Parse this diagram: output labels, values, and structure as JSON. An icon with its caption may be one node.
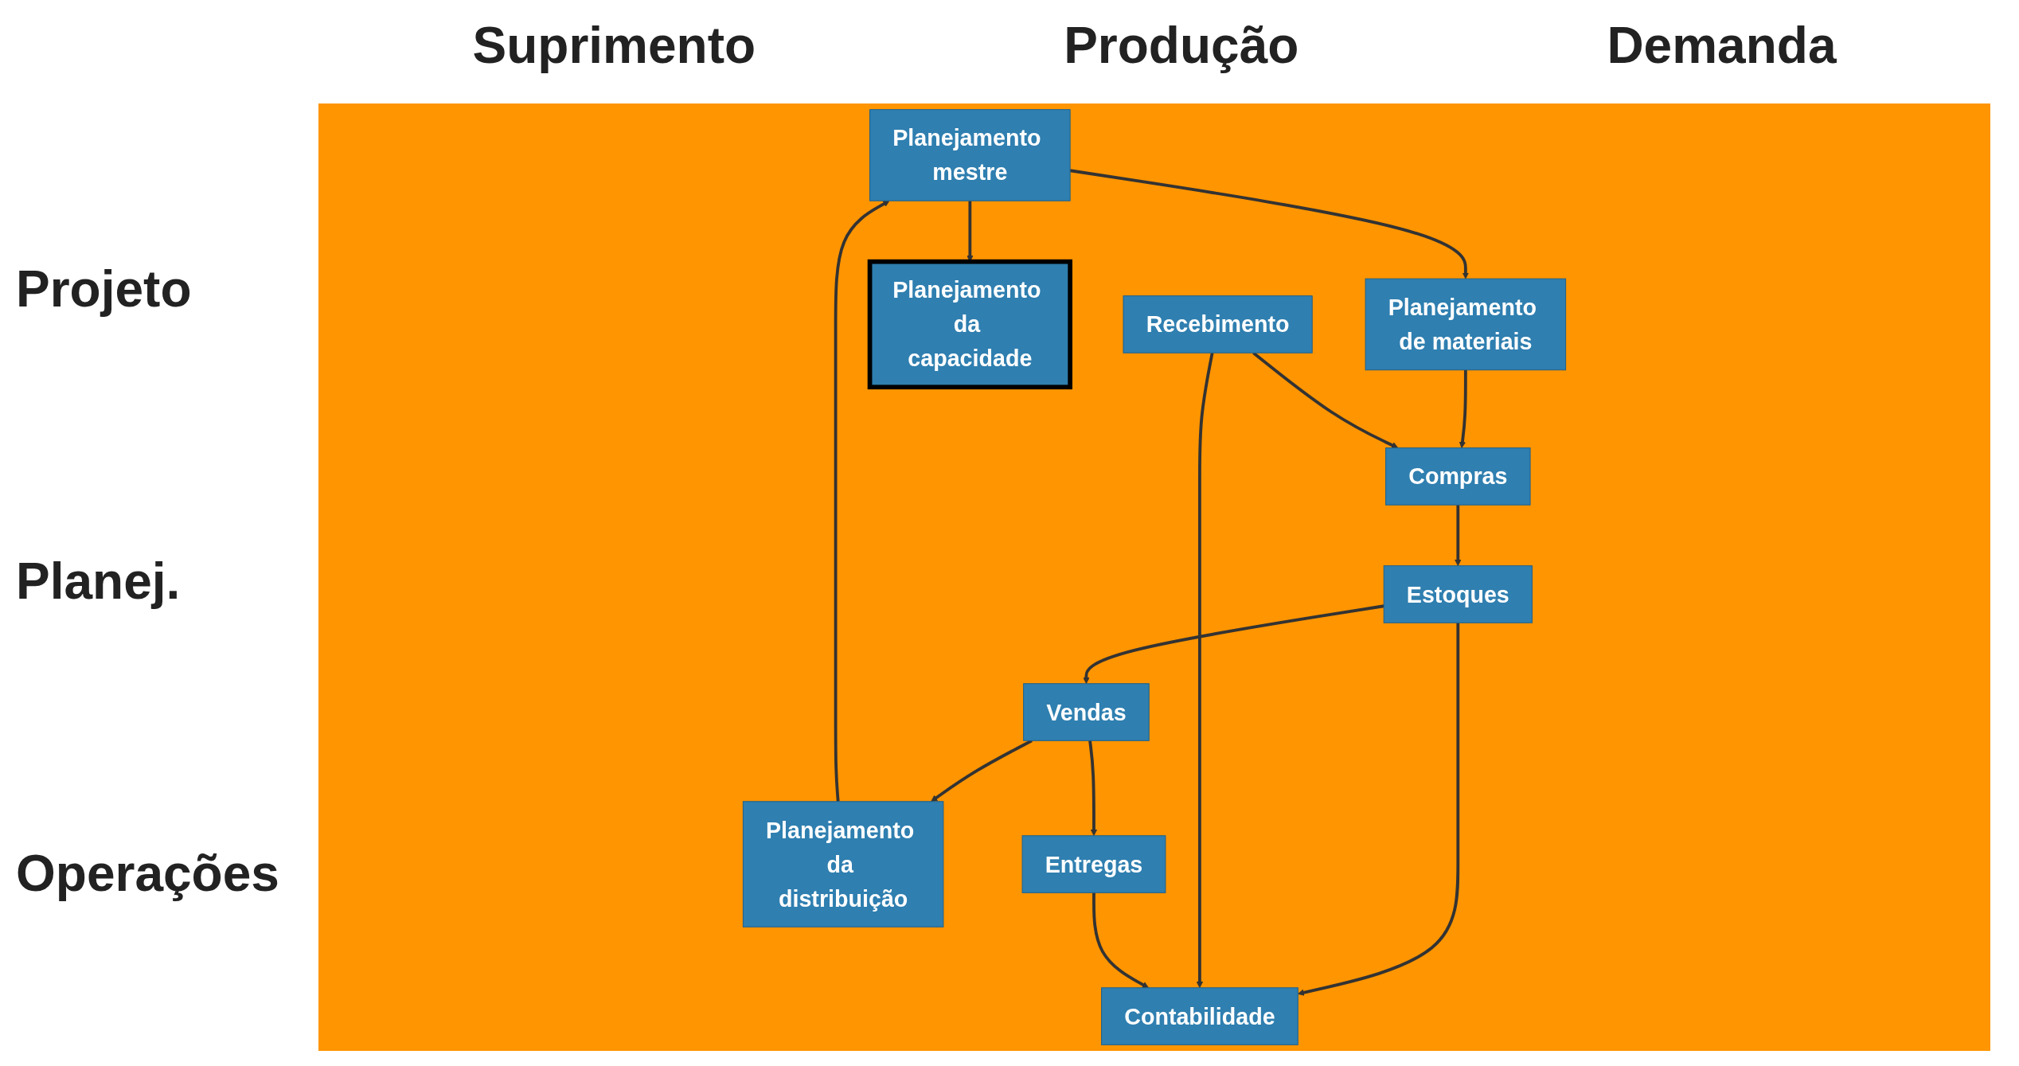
{
  "diagram": {
    "nodes": [
      {
        "text": [
          "Planejamento mestre"
        ]
      },
      {
        "text": [
          "Planejamento de materiais"
        ]
      },
      {
        "text": [
          "Planejamento da capacidade"
        ]
      },
      {
        "text": [
          "Planejamento da distribuição"
        ]
      },
      {
        "text": [
          "Compras"
        ]
      },
      {
        "text": [
          "Estoques"
        ]
      },
      {
        "text": [
          "Vendas"
        ]
      },
      {
        "text": [
          "Recebimento"
        ]
      },
      {
        "text": [
          "Contabilidade"
        ]
      },
      {
        "text": [
          "Entregas"
        ]
      }
    ],
    "edges": [
      {
        "from": 0,
        "to": 1,
        "arrow": "to"
      },
      {
        "from": 0,
        "to": 2,
        "arrow": "to"
      },
      {
        "from": 3,
        "to": 0,
        "arrow": "to"
      },
      {
        "from": 1,
        "to": 4,
        "arrow": "to"
      },
      {
        "from": 7,
        "to": 4,
        "arrow": "to"
      },
      {
        "from": 4,
        "to": 5,
        "arrow": "to"
      },
      {
        "from": 5,
        "to": 6,
        "arrow": "to"
      },
      {
        "from": 6,
        "to": 3,
        "arrow": "to"
      },
      {
        "from": 6,
        "to": 9,
        "arrow": "to"
      },
      {
        "from": 5,
        "to": 8,
        "arrow": "to"
      },
      {
        "from": 7,
        "to": 8,
        "arrow": "to"
      },
      {
        "from": 9,
        "to": 8,
        "arrow": "to"
      }
    ],
    "labels": [
      "Suprimento",
      "Produção",
      "Demanda",
      "Projeto",
      "Planej.",
      "Operações"
    ]
  }
}
